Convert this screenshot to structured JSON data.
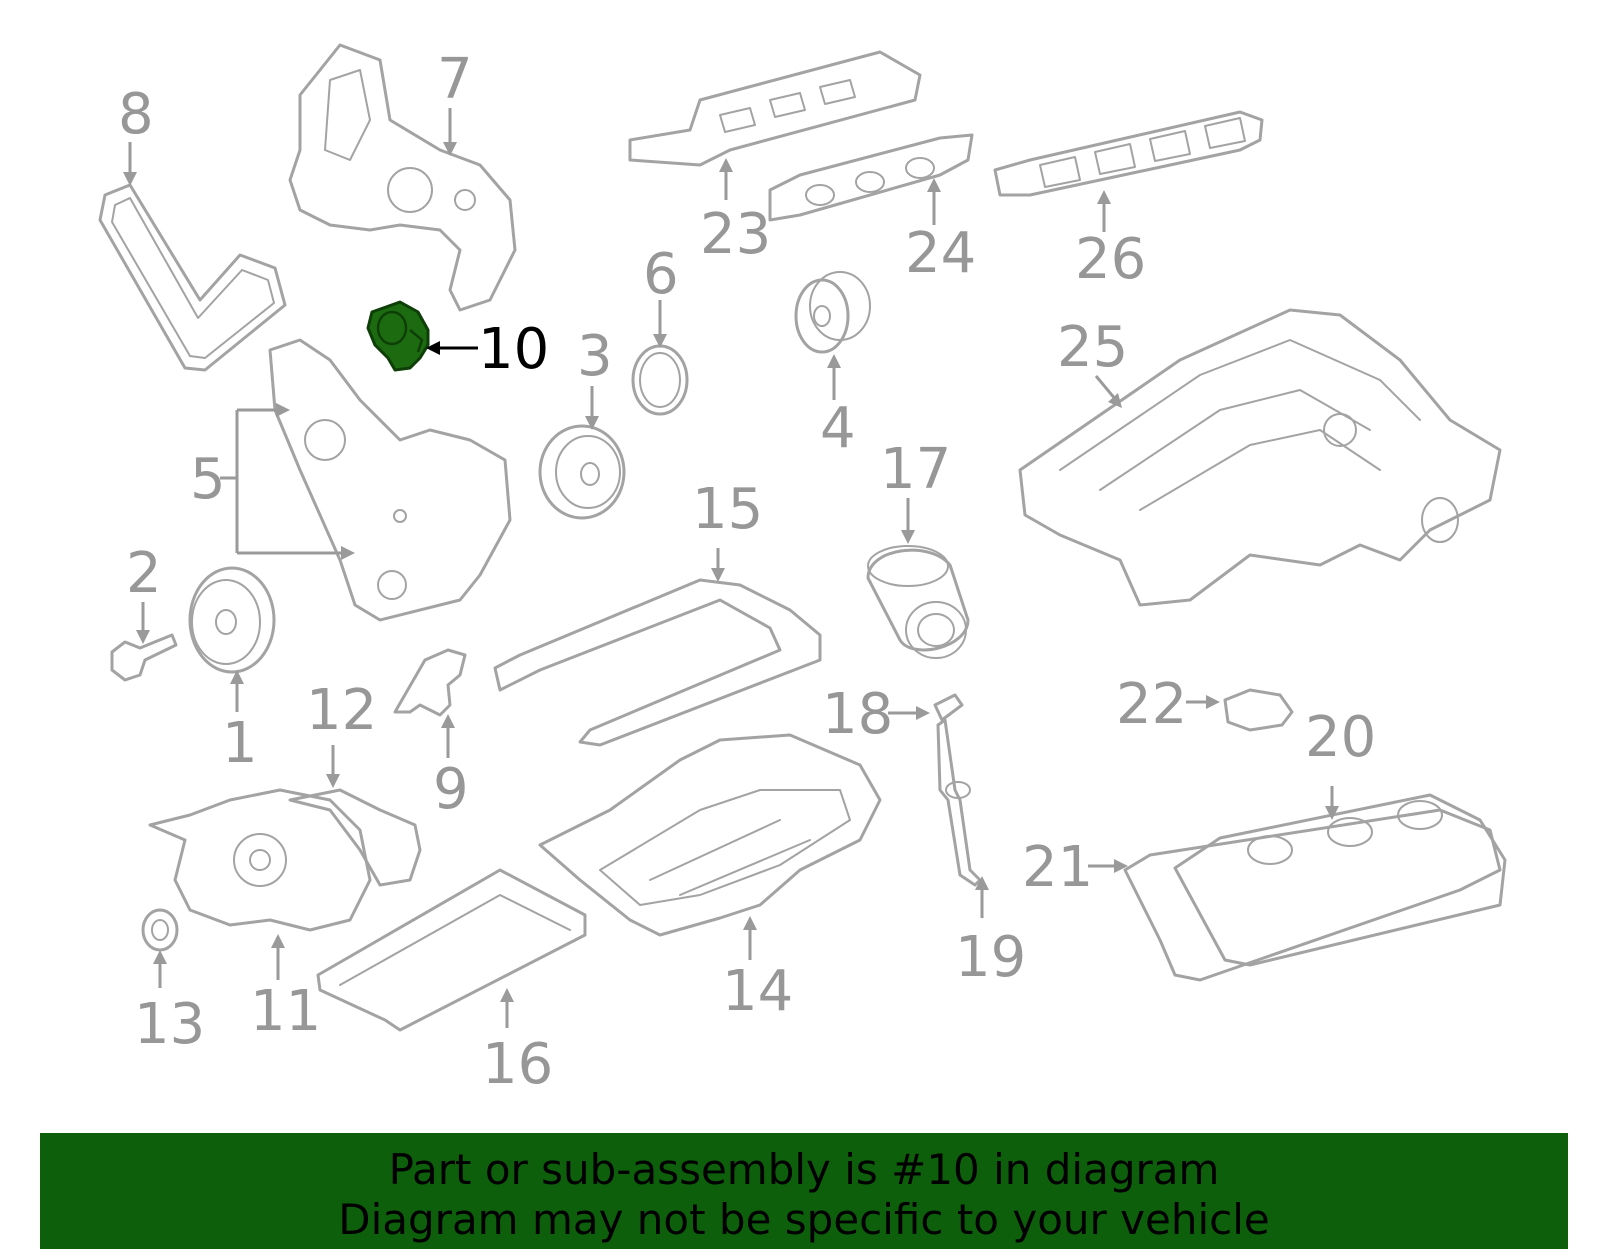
{
  "callouts": {
    "c1": "1",
    "c2": "2",
    "c3": "3",
    "c4": "4",
    "c5": "5",
    "c6": "6",
    "c7": "7",
    "c8": "8",
    "c9": "9",
    "c10": "10",
    "c11": "11",
    "c12": "12",
    "c13": "13",
    "c14": "14",
    "c15": "15",
    "c16": "16",
    "c17": "17",
    "c18": "18",
    "c19": "19",
    "c20": "20",
    "c21": "21",
    "c22": "22",
    "c23": "23",
    "c24": "24",
    "c25": "25",
    "c26": "26"
  },
  "highlighted_part": "10",
  "colors": {
    "highlight_part": "#1c6b10",
    "line_art": "#a3a3a3",
    "banner_bg": "#0e5f0c"
  },
  "banner": {
    "line1": "Part or sub-assembly is #10 in diagram",
    "line2": "Diagram may not be specific to your vehicle"
  }
}
